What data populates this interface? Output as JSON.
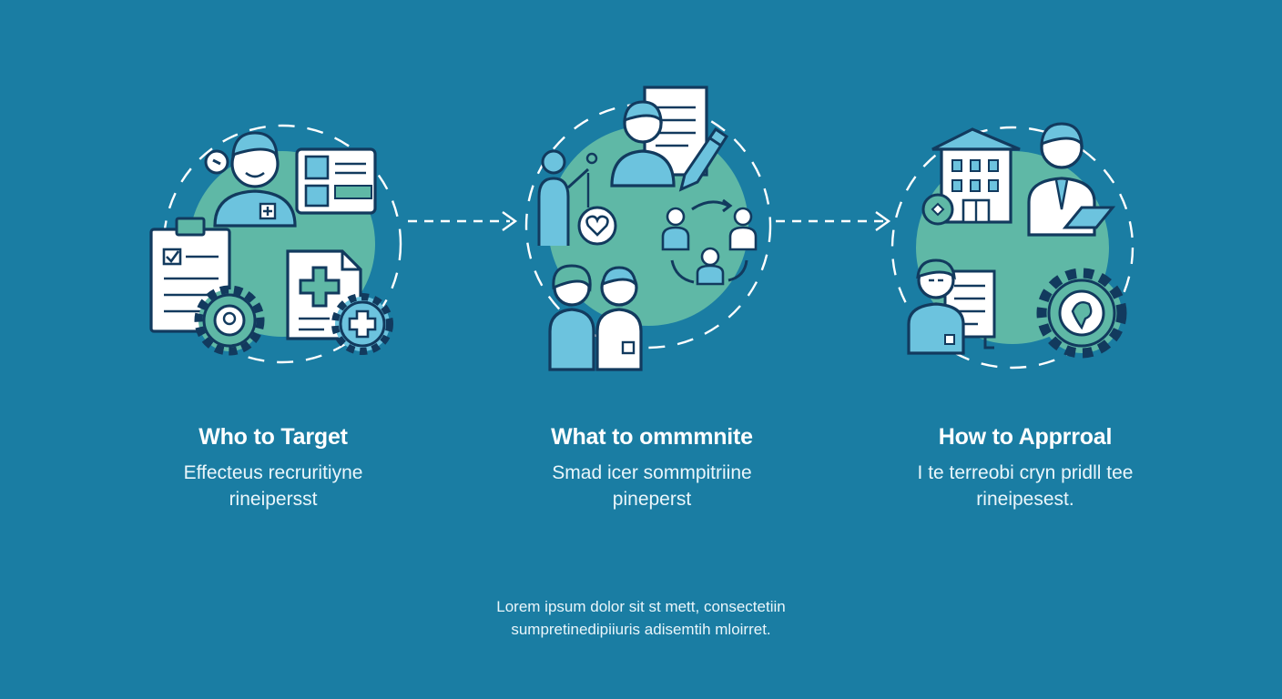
{
  "steps": [
    {
      "title": "Who to Target",
      "desc_lines": [
        "Effecteus recruritiyne",
        "rineipersst"
      ]
    },
    {
      "title": "What to ommmnite",
      "desc_lines": [
        "Smad icer sommpitriine",
        "pineperst"
      ]
    },
    {
      "title": "How to Apprroal",
      "desc_lines": [
        "I te terreobi cryn pridll tee",
        "rineipesest."
      ]
    }
  ],
  "footer_lines": [
    "Lorem ipsum dolor sit st mett, consectetiin",
    "sumpretinedipiiuris adisemtih mloirret."
  ],
  "colors": {
    "background": "#1a7da3",
    "circle": "#5fb8a6",
    "outline": "#123a5e",
    "accent_light": "#6cc3de",
    "paper": "#ffffff",
    "dash": "#ffffff"
  },
  "icons": {
    "step1": [
      "doctor-avatar-icon",
      "id-card-icon",
      "clipboard-icon",
      "gear-icon",
      "medical-document-icon",
      "medical-gear-icon"
    ],
    "step2": [
      "presenter-icon",
      "heart-icon",
      "expert-avatar-icon",
      "document-icon",
      "pen-icon",
      "network-icon",
      "team-icon"
    ],
    "step3": [
      "hospital-icon",
      "doctor-laptop-icon",
      "patient-avatar-icon",
      "report-icon",
      "gear-icon"
    ]
  }
}
